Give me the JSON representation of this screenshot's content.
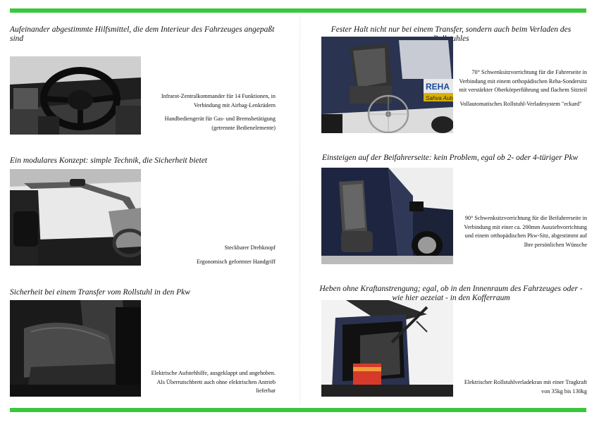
{
  "sections": {
    "s1": {
      "heading": "Aufeinander abgestimmte Hilfsmittel, die dem Interieur des Fahrzeuges angepaßt sind",
      "captions": [
        "Infrarot-Zentralkommander für 14 Funktionen, in Verbindung mit Airbag-Lenkrädern",
        "Handbediengerät für Gas- und Bremsbetätigung (getrennte Bedienelemente)"
      ]
    },
    "s2": {
      "heading": "Ein modulares Konzept: simple Technik, die Sicherheit bietet",
      "captions": [
        "Steckbarer Drehknopf",
        "Ergonomisch geformter Handgriff"
      ]
    },
    "s3": {
      "heading": "Sicherheit bei einem Transfer vom Rollstuhl in den Pkw",
      "captions": [
        "Elektrische Aufstehhilfe, ausgeklappt und angehoben. Als Überrutschbrett auch ohne elektrischen Antrieb lieferbar"
      ]
    },
    "s4": {
      "heading": "Fester Halt nicht nur bei einem Transfer, sondern auch beim Verladen des Rollstuhles",
      "captions": [
        "70° Schwenksitzvorrichtung für die Fahrerseite in Verbindung mit einem orthopädischen Reha-Sondersitz mit verstärkter Oberkörperführung und flachem Sitzteil",
        "Vollautomatisches Rollstuhl-Verladesystem \"eckard\""
      ],
      "photo_sign": "REHA",
      "photo_sign2": "Sahva Auto"
    },
    "s5": {
      "heading": "Einsteigen auf der Beifahrerseite:  kein Problem, egal ob 2- oder 4-türiger Pkw",
      "captions": [
        "90° Schwenksitzvorrichtung für die Beifahrerseite in Verbindung mit einer ca. 200mm Ausziehvorrichtung und einem orthopädischen Pkw-Sitz, abgestimmt auf Ihre persönlichen Wünsche"
      ]
    },
    "s6": {
      "heading": "Heben ohne Kraftanstrengung; egal, ob in den Innenraum des Fahrzeuges oder - wie hier gezeigt - in den Kofferraum",
      "captions": [
        "Elektrischer Rollstuhlverladekran mit einer Tragkraft von 35kg bis 130kg"
      ]
    }
  },
  "colors": {
    "accent_bar": "#3cc63c"
  }
}
